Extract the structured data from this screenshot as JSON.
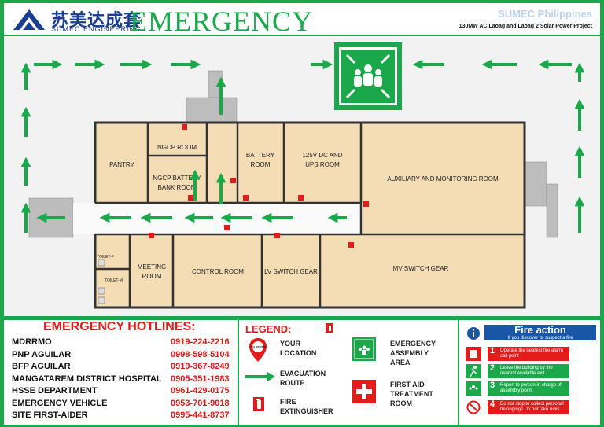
{
  "header": {
    "logo_cn": "苏美达成套",
    "logo_en": "SUMEC ENGINEERING",
    "title": "EMERGENCY",
    "company": "SUMEC Philippines",
    "project": "130MW AC Laoag and Laoag 2 Solar Power Project"
  },
  "rooms": {
    "pantry": "PANTRY",
    "ngcp_room": "NGCP ROOM",
    "ngcp_battery_1": "NGCP BATTERY",
    "ngcp_battery_2": "BANK ROOM",
    "battery_1": "BATTERY",
    "battery_2": "ROOM",
    "dc_ups_1": "125V DC AND",
    "dc_ups_2": "UPS ROOM",
    "auxiliary": "AUXILIARY AND MONITORING ROOM",
    "toilet_f": "TOILET-F",
    "toilet_m": "TOILET-M",
    "meeting_1": "MEETING",
    "meeting_2": "ROOM",
    "control": "CONTROL ROOM",
    "lv_switch": "LV SWITCH GEAR",
    "mv_switch": "MV SWITCH GEAR",
    "you_are_here": "You are here"
  },
  "hotlines": {
    "title": "EMERGENCY HOTLINES:",
    "rows": [
      {
        "name": "MDRRMO",
        "number": "0919-224-2216"
      },
      {
        "name": "PNP AGUILAR",
        "number": "0998-598-5104"
      },
      {
        "name": "BFP AGUILAR",
        "number": "0919-367-8249"
      },
      {
        "name": "MANGATAREM DISTRICT HOSPITAL",
        "number": "0905-351-1983"
      },
      {
        "name": "HSSE DEPARTMENT",
        "number": "0961-429-0175"
      },
      {
        "name": "EMERGENCY VEHICLE",
        "number": "0953-701-9018"
      },
      {
        "name": "SITE FIRST-AIDER",
        "number": "0995-441-8737"
      }
    ]
  },
  "legend": {
    "title": "LEGEND:",
    "your_location_1": "YOUR",
    "your_location_2": "LOCATION",
    "evacuation_1": "EVACUATION",
    "evacuation_2": "ROUTE",
    "extinguisher_1": "FIRE",
    "extinguisher_2": "EXTINGUISHER",
    "assembly_1": "EMERGENCY",
    "assembly_2": "ASSEMBLY",
    "assembly_3": "AREA",
    "first_aid_1": "FIRST AID",
    "first_aid_2": "TREATMENT",
    "first_aid_3": "ROOM"
  },
  "fire_action": {
    "title": "Fire action",
    "subtitle": "If you discover or suspect a fire",
    "steps": [
      {
        "n": "1",
        "text": "Operate the nearest fire alarm call point"
      },
      {
        "n": "2",
        "text": "Leave the building by the nearest available exit"
      },
      {
        "n": "3",
        "text": "Report to person in charge of assembly point"
      },
      {
        "n": "4",
        "text": "Do not stop to collect personal belongings Do not take risks"
      }
    ]
  },
  "colors": {
    "green": "#1aa84a",
    "red": "#e21b1b",
    "room_fill": "#f4dcb4",
    "navy": "#1a3d8f"
  }
}
